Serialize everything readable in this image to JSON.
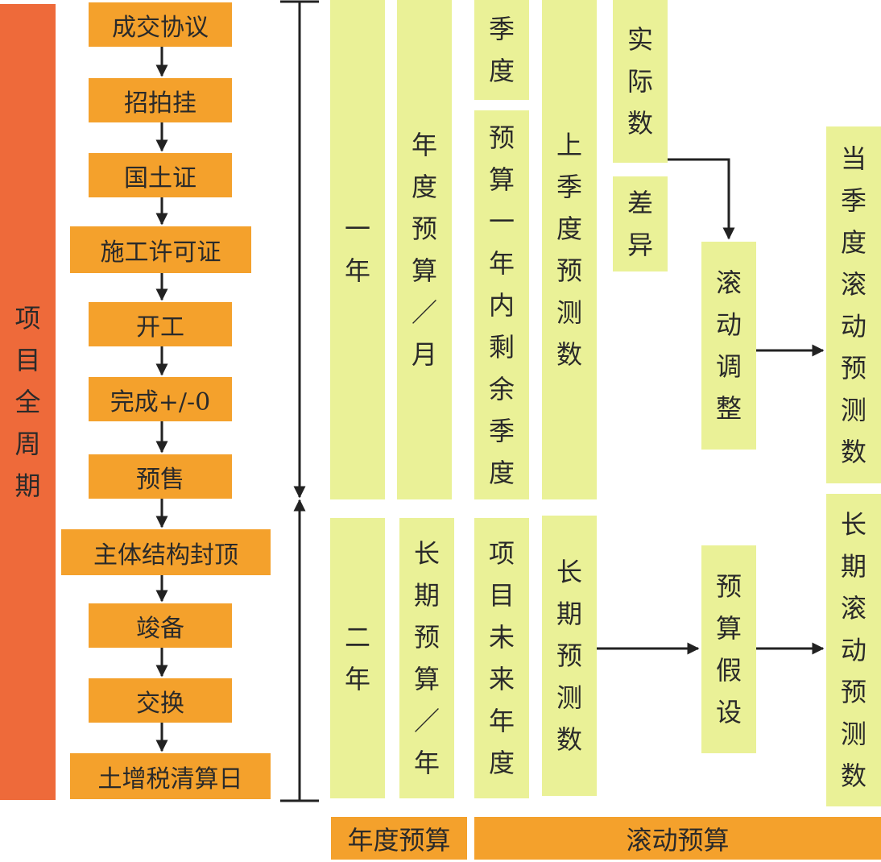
{
  "lifecycle": {
    "label": "项目全周期"
  },
  "steps": [
    "成交协议",
    "招拍挂",
    "国土证",
    "施工许可证",
    "开工",
    "完成+/-0",
    "预售",
    "主体结构封顶",
    "竣备",
    "交换",
    "土增税清算日"
  ],
  "row1": {
    "year": "一年",
    "annual_budget": "年度预算／月",
    "quarter": "季度",
    "remaining": "预算一年内剩余季度",
    "last_quarter": "上季度预测数",
    "actual": "实际数",
    "variance": "差异",
    "rolling_adjust": "滚动调整",
    "result": "当季度滚动预测数"
  },
  "row2": {
    "year": "二年",
    "long_budget": "长期预算／年",
    "future_years": "项目未来年度",
    "long_forecast": "长期预测数",
    "assumption": "预算假设",
    "result": "长期滚动预测数"
  },
  "footer": {
    "annual": "年度预算",
    "rolling": "滚动预算"
  },
  "colors": {
    "step": "#f4a12c",
    "lifecycle": "#ee6a3a",
    "cell": "#eaf197",
    "line": "#222222"
  }
}
